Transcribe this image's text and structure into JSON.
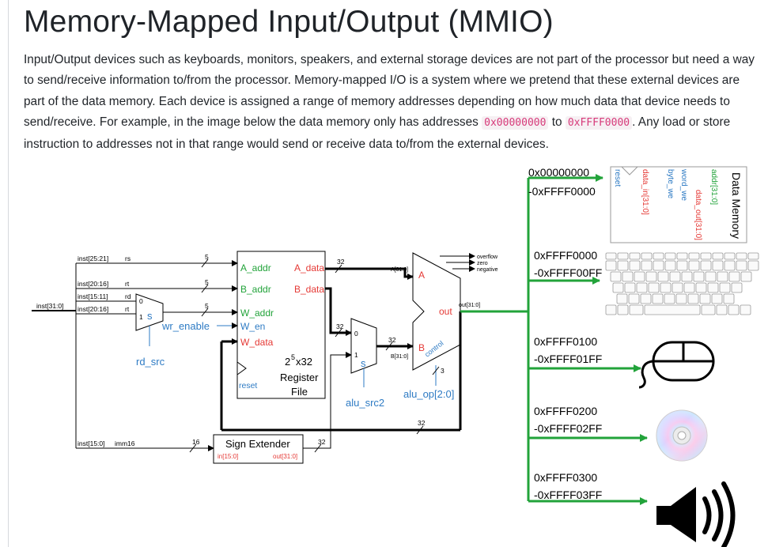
{
  "title": "Memory-Mapped Input/Output (MMIO)",
  "paragraph": {
    "text_before": "Input/Output devices such as keyboards, monitors, speakers, and external storage devices are not part of the processor but need a way to send/receive information to/from the processor. Memory-mapped I/O is a system where we pretend that these external devices are part of the data memory. Each device is assigned a range of memory addresses depending on how much data that device needs to send/receive. For example, in the image below the data memory only has addresses ",
    "code_start": "0x00000000",
    "text_middle": " to ",
    "code_end": "0xFFFF0000",
    "text_after": ". Any load or store instruction to addresses not in that range would send or receive data to/from the external devices."
  },
  "diagram": {
    "colors": {
      "green": "#22a33a",
      "red": "#e53935",
      "blue": "#2e7bc4",
      "black": "#000000"
    },
    "devices": [
      {
        "range_start": "0x00000000",
        "range_end": "-0xFFFF0000",
        "icon": "data-memory-icon"
      },
      {
        "range_start": "0xFFFF0000",
        "range_end": "-0xFFFF00FF",
        "icon": "keyboard-icon"
      },
      {
        "range_start": "0xFFFF0100",
        "range_end": "-0xFFFF01FF",
        "icon": "mouse-icon"
      },
      {
        "range_start": "0xFFFF0200",
        "range_end": "-0xFFFF02FF",
        "icon": "cd-icon"
      },
      {
        "range_start": "0xFFFF0300",
        "range_end": "-0xFFFF03FF",
        "icon": "speaker-icon"
      }
    ],
    "data_memory": {
      "title": "Data Memory",
      "pins": [
        "reset",
        "data_in[31:0]",
        "byte_we",
        "word_we",
        "data_out[31:0]",
        "addr[31:0]"
      ]
    },
    "register_file": {
      "ports_in": [
        "A_addr",
        "B_addr",
        "W_addr",
        "W_en",
        "W_data"
      ],
      "ports_out": [
        "A_data",
        "B_data"
      ],
      "size_base": "2",
      "size_exp": "5",
      "size_rest": "x32",
      "name_line1": "Register",
      "name_line2": "File",
      "reset": "reset"
    },
    "inst_labels": {
      "f25_21": "inst[25:21]",
      "rs": "rs",
      "f20_16a": "inst[20:16]",
      "rt_a": "rt",
      "f15_11": "inst[15:11]",
      "rd": "rd",
      "f20_16b": "inst[20:16]",
      "rt_b": "rt",
      "f31_0": "inst[31:0]",
      "f15_0": "inst[15:0]",
      "imm16": "imm16"
    },
    "widths": {
      "w5": "5",
      "w32": "32",
      "w16": "16",
      "w3": "3"
    },
    "mux": {
      "in0": "0",
      "in1": "1",
      "sel": "s"
    },
    "signals": {
      "rd_src": "rd_src",
      "wr_enable": "wr_enable",
      "alu_src2": "alu_src2",
      "alu_op": "alu_op[2:0]",
      "a_bus": "A[31:0]",
      "b_bus": "B[31:0]",
      "out_bus": "out[31:0]"
    },
    "alu": {
      "a": "A",
      "b": "B",
      "out": "out",
      "control": "control",
      "flags": [
        "overflow",
        "zero",
        "negative"
      ]
    },
    "sign_extender": {
      "name": "Sign Extender",
      "in": "in[15:0]",
      "out": "out[31:0]"
    }
  }
}
